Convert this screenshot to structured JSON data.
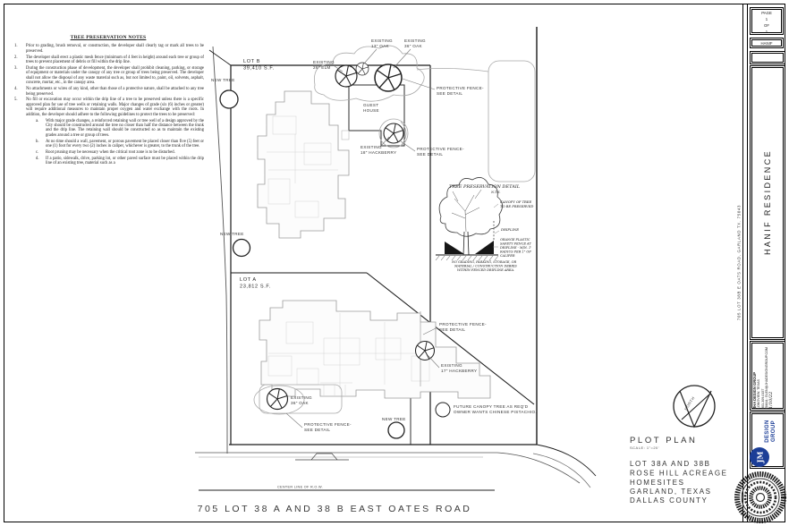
{
  "notes": {
    "title": "TREE PRESERVATION NOTES",
    "items": [
      {
        "num": "1.",
        "text": "Prior to grading, brush removal, or construction, the developer shall clearly tag or mark all trees to be preserved."
      },
      {
        "num": "2.",
        "text": "The developer shall erect a plastic mesh fence (minimum of 4 feet in height) around each tree or group of trees to prevent placement of debris or fill within the drip line."
      },
      {
        "num": "3.",
        "text": "During the construction phase of development, the developer shall prohibit cleaning, parking, or storage of equipment or materials under the canopy of any tree or group of trees being preserved. The developer shall not allow the disposal of any waste material such as, but not limited to, paint, oil, solvents, asphalt, concrete, mortar, etc., in the canopy area."
      },
      {
        "num": "4.",
        "text": "No attachments or wires of any kind, other than those of a protective nature, shall be attached to any tree being preserved."
      },
      {
        "num": "5.",
        "text": "No fill or excavation may occur within the drip line of a tree to be preserved unless there is a specific approved plan for use of tree wells or retaining walls. Major changes of grade (six (6) inches or greater) will require additional measures to maintain proper oxygen and water exchange with the roots. In addition, the developer should adhere to the following guidelines to protect the trees to be preserved:"
      }
    ],
    "sub_items": [
      {
        "num": "a.",
        "text": "With major grade changes, a reinforced retaining wall or tree well of a design approved by the City should be constructed around the tree no closer than half the distance between the trunk and the drip line. The retaining wall should be constructed so as to maintain the existing grades around a tree or group of trees."
      },
      {
        "num": "b.",
        "text": "At no time should a wall, pavement, or porous pavement be placed closer than five (5) feet or one (1) foot for every two (2) inches in caliper, whichever is greater, to the trunk of the tree."
      },
      {
        "num": "c.",
        "text": "Root pruning may be necessary when the critical root zone is to be disturbed."
      },
      {
        "num": "d.",
        "text": "If a patio, sidewalk, drive, parking lot, or other paved surface must be placed within the drip line of an existing tree, material such as a"
      }
    ]
  },
  "plan": {
    "lot_b": {
      "name": "LOT B",
      "area": "39,410 S.F."
    },
    "lot_a": {
      "name": "LOT A",
      "area": "23,812 S.F."
    },
    "guest_house": {
      "l1": "GUEST",
      "l2": "HOUSE"
    },
    "labels": {
      "new_tree": "NEW TREE",
      "existing": "EXISTING",
      "elm26": "26\" ELM",
      "oak13": "13\" OAK",
      "oak36": "36\" OAK",
      "hackberry18": "18\" HACKBERRY",
      "hackberry17": "17\" HACKBERRY",
      "fence1": "PROTECTIVE FENCE-",
      "fence2": "SEE DETAIL",
      "future1": "FUTURE CANOPY TREE AS REQ'D",
      "future2": "OWNER WANTS CHINESE PISTACHIO."
    },
    "center_line": "CENTER LINE OF R.O.W.",
    "street": "705 LOT 38 A AND 38 B EAST OATES ROAD"
  },
  "sketch": {
    "title": "TREE PRESERVATION DETAIL",
    "nts": "N.T.S.",
    "canopy": {
      "l1": "CANOPY OF TREE",
      "l2": "TO BE PRESERVED"
    },
    "dripline": "DRIPLINE",
    "fence_note": [
      "ORANGE PLASTIC",
      "SAFETY FENCE AT",
      "DRIPLINE - MIN. 1'",
      "RADIUS PER 1\" OF",
      "CALIPER"
    ],
    "ground_note": [
      "NO GRADING, PARKING, STORAGE, OR",
      "MATERIAL / CONSTRUCTION DEBRIS",
      "WITHIN FENCED DRIPLINE AREA."
    ]
  },
  "plot_title": {
    "title": "PLOT PLAN",
    "scale": "SCALE: 1\"=20'",
    "lines": [
      "LOT 38A AND 38B",
      "ROSE HILL ACREAGE",
      "HOMESITES",
      "GARLAND, TEXAS",
      "DALLAS COUNTY"
    ],
    "north": "NORTH"
  },
  "title_block": {
    "page_box": {
      "l1": "PAGE",
      "l2": "1",
      "l3": "OF",
      "l4": "1"
    },
    "client": "HANIF",
    "project_vertical": "HANIF RESIDENCE",
    "address_vertical": "705 LOT 38B E OATS ROAD, GARLAND TX. 75043",
    "firm": {
      "name": "JHA DESIGN GROUP",
      "city": "LONGVIEW, TEXAS",
      "phone": "903-309-0157",
      "email": "EMAIL: GLEN@JHADESIGNGROUP.COM",
      "date": "1/10/22"
    },
    "logo": {
      "l1": "DESIGN",
      "l2": "GROUP",
      "monogram": "JM"
    }
  },
  "colors": {
    "logo_blue": "#1c3e97",
    "line_black": "#1a1a1a",
    "light_gray": "#a9a9a9"
  }
}
